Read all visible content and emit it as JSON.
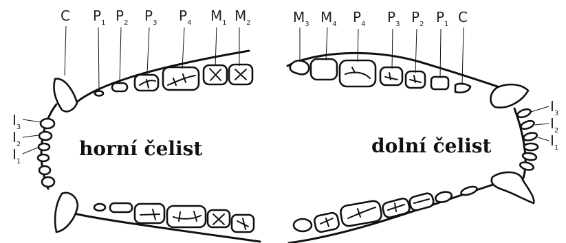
{
  "diagram": {
    "upper_jaw_title": "horní čelist",
    "lower_jaw_title": "dolní čelist",
    "upper_top_labels": [
      {
        "base": "C",
        "sub": ""
      },
      {
        "base": "P",
        "sub": "1"
      },
      {
        "base": "P",
        "sub": "2"
      },
      {
        "base": "P",
        "sub": "3"
      },
      {
        "base": "P",
        "sub": "4"
      },
      {
        "base": "M",
        "sub": "1"
      },
      {
        "base": "M",
        "sub": "2"
      }
    ],
    "lower_top_labels": [
      {
        "base": "M",
        "sub": "3"
      },
      {
        "base": "M",
        "sub": "4"
      },
      {
        "base": "P",
        "sub": "4"
      },
      {
        "base": "P",
        "sub": "3"
      },
      {
        "base": "P",
        "sub": "2"
      },
      {
        "base": "P",
        "sub": "1"
      },
      {
        "base": "C",
        "sub": ""
      }
    ],
    "upper_incisor_labels": [
      {
        "base": "I",
        "sub": "3"
      },
      {
        "base": "I",
        "sub": "2"
      },
      {
        "base": "I",
        "sub": "1"
      }
    ],
    "lower_incisor_labels": [
      {
        "base": "I",
        "sub": "3"
      },
      {
        "base": "I",
        "sub": "2"
      },
      {
        "base": "I",
        "sub": "1"
      }
    ]
  }
}
